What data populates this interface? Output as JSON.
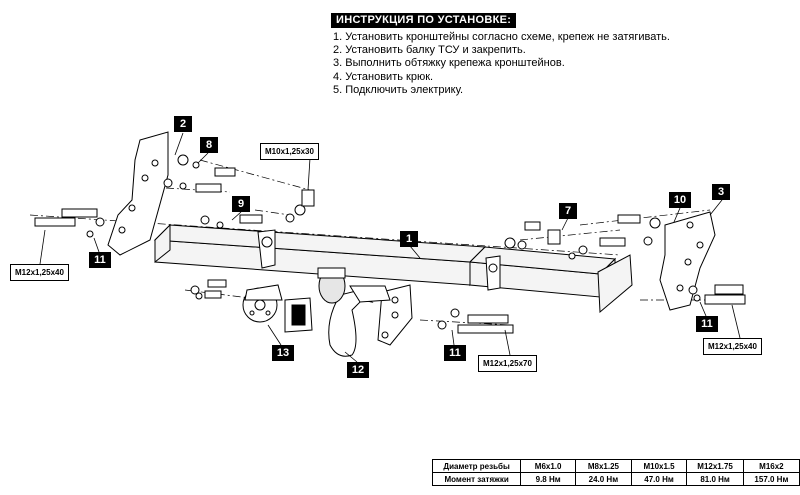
{
  "instructions": {
    "title": "ИНСТРУКЦИЯ ПО УСТАНОВКЕ:",
    "steps": [
      "1. Установить кронштейны согласно схеме, крепеж не затягивать.",
      "2. Установить балку ТСУ и закрепить.",
      "3. Выполнить обтяжку крепежа кронштейнов.",
      "4. Установить крюк.",
      "5. Подключить электрику."
    ]
  },
  "callouts": {
    "beam": "1",
    "left_bracket": "2",
    "right_bracket": "3",
    "fastener_7": "7",
    "fastener_8": "8",
    "fastener_9": "9",
    "fastener_10": "10",
    "fastener_11_left": "11",
    "fastener_11_center": "11",
    "fastener_11_right": "11",
    "hook": "12",
    "socket": "13"
  },
  "bolt_labels": {
    "m10_top": "M10x1,25x30",
    "m12_left": "M12x1,25x40",
    "m12_center": "M12x1,25x70",
    "m12_right": "M12x1,25x40"
  },
  "torque_table": {
    "thread_header": "Диаметр резьбы",
    "torque_header": "Момент затяжки",
    "columns": [
      {
        "thread": "M6x1.0",
        "torque": "9.8 Нм"
      },
      {
        "thread": "M8x1.25",
        "torque": "24.0 Нм"
      },
      {
        "thread": "M10x1.5",
        "torque": "47.0 Нм"
      },
      {
        "thread": "M12x1.75",
        "torque": "81.0 Нм"
      },
      {
        "thread": "M16x2",
        "torque": "157.0 Нм"
      }
    ]
  },
  "colors": {
    "ink": "#000000",
    "paper": "#ffffff",
    "fill": "#f4f4f4"
  }
}
